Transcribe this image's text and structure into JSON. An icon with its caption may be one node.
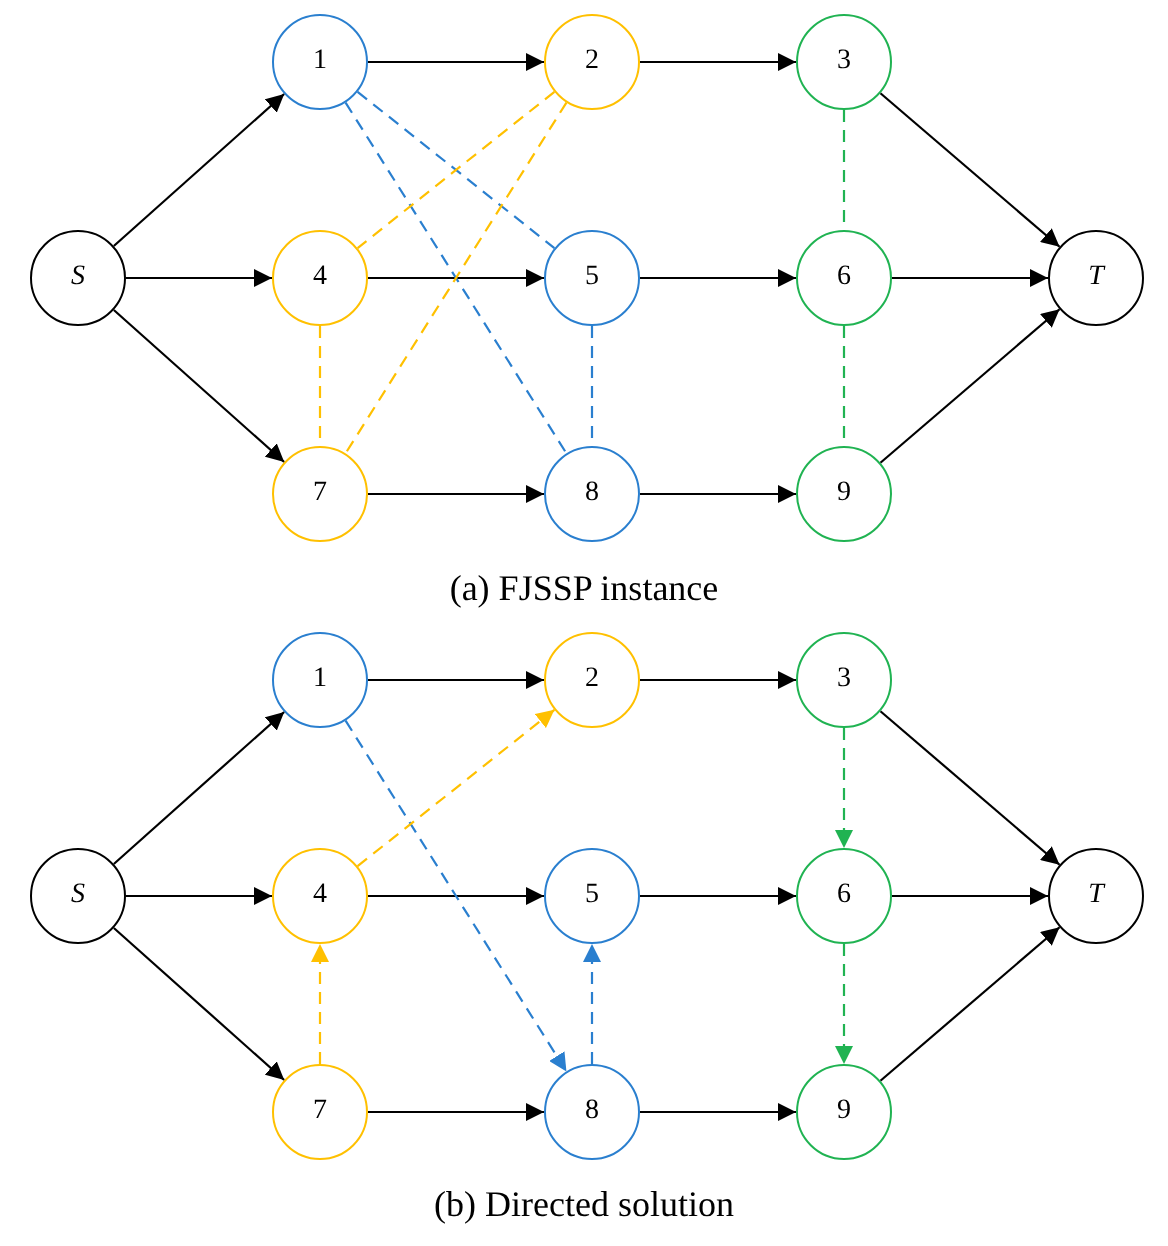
{
  "diagram": {
    "nodes": [
      {
        "text": [
          "S"
        ]
      },
      {
        "text": [
          "1"
        ]
      },
      {
        "text": [
          "2"
        ]
      },
      {
        "text": [
          "3"
        ]
      },
      {
        "text": [
          "4"
        ]
      },
      {
        "text": [
          "5"
        ]
      },
      {
        "text": [
          "6"
        ]
      },
      {
        "text": [
          "7"
        ]
      },
      {
        "text": [
          "8"
        ]
      },
      {
        "text": [
          "9"
        ]
      },
      {
        "text": [
          "T"
        ]
      },
      {
        "text": [
          "S"
        ]
      },
      {
        "text": [
          "1"
        ]
      },
      {
        "text": [
          "2"
        ]
      },
      {
        "text": [
          "3"
        ]
      },
      {
        "text": [
          "4"
        ]
      },
      {
        "text": [
          "5"
        ]
      },
      {
        "text": [
          "6"
        ]
      },
      {
        "text": [
          "7"
        ]
      },
      {
        "text": [
          "8"
        ]
      },
      {
        "text": [
          "9"
        ]
      },
      {
        "text": [
          "T"
        ]
      }
    ],
    "edges": [
      {
        "from": 0,
        "to": 1,
        "arrow": "to"
      },
      {
        "from": 0,
        "to": 4,
        "arrow": "to"
      },
      {
        "from": 0,
        "to": 7,
        "arrow": "to"
      },
      {
        "from": 1,
        "to": 2,
        "arrow": "to"
      },
      {
        "from": 2,
        "to": 3,
        "arrow": "to"
      },
      {
        "from": 4,
        "to": 5,
        "arrow": "to"
      },
      {
        "from": 5,
        "to": 6,
        "arrow": "to"
      },
      {
        "from": 7,
        "to": 8,
        "arrow": "to"
      },
      {
        "from": 8,
        "to": 9,
        "arrow": "to"
      },
      {
        "from": 3,
        "to": 10,
        "arrow": "to"
      },
      {
        "from": 6,
        "to": 10,
        "arrow": "to"
      },
      {
        "from": 9,
        "to": 10,
        "arrow": "to"
      },
      {
        "from": 1,
        "to": 5,
        "arrow": "none",
        "style": "dashed",
        "color": "#2a7fcf"
      },
      {
        "from": 1,
        "to": 8,
        "arrow": "none",
        "style": "dashed",
        "color": "#2a7fcf"
      },
      {
        "from": 5,
        "to": 8,
        "arrow": "none",
        "style": "dashed",
        "color": "#2a7fcf"
      },
      {
        "from": 2,
        "to": 4,
        "arrow": "none",
        "style": "dashed",
        "color": "#ffc000"
      },
      {
        "from": 2,
        "to": 7,
        "arrow": "none",
        "style": "dashed",
        "color": "#ffc000"
      },
      {
        "from": 4,
        "to": 7,
        "arrow": "none",
        "style": "dashed",
        "color": "#ffc000"
      },
      {
        "from": 3,
        "to": 6,
        "arrow": "none",
        "style": "dashed",
        "color": "#20b352"
      },
      {
        "from": 6,
        "to": 9,
        "arrow": "none",
        "style": "dashed",
        "color": "#20b352"
      },
      {
        "from": 11,
        "to": 12,
        "arrow": "to"
      },
      {
        "from": 11,
        "to": 15,
        "arrow": "to"
      },
      {
        "from": 11,
        "to": 18,
        "arrow": "to"
      },
      {
        "from": 12,
        "to": 13,
        "arrow": "to"
      },
      {
        "from": 13,
        "to": 14,
        "arrow": "to"
      },
      {
        "from": 15,
        "to": 16,
        "arrow": "to"
      },
      {
        "from": 16,
        "to": 17,
        "arrow": "to"
      },
      {
        "from": 18,
        "to": 19,
        "arrow": "to"
      },
      {
        "from": 19,
        "to": 20,
        "arrow": "to"
      },
      {
        "from": 14,
        "to": 21,
        "arrow": "to"
      },
      {
        "from": 17,
        "to": 21,
        "arrow": "to"
      },
      {
        "from": 20,
        "to": 21,
        "arrow": "to"
      },
      {
        "from": 12,
        "to": 19,
        "arrow": "to",
        "style": "dashed",
        "color": "#2a7fcf"
      },
      {
        "from": 19,
        "to": 16,
        "arrow": "to",
        "style": "dashed",
        "color": "#2a7fcf"
      },
      {
        "from": 15,
        "to": 13,
        "arrow": "to",
        "style": "dashed",
        "color": "#ffc000"
      },
      {
        "from": 18,
        "to": 15,
        "arrow": "to",
        "style": "dashed",
        "color": "#ffc000"
      },
      {
        "from": 14,
        "to": 17,
        "arrow": "to",
        "style": "dashed",
        "color": "#20b352"
      },
      {
        "from": 17,
        "to": 20,
        "arrow": "to",
        "style": "dashed",
        "color": "#20b352"
      }
    ],
    "labels": [
      "(a) FJSSP instance",
      "(b) Directed solution"
    ]
  }
}
